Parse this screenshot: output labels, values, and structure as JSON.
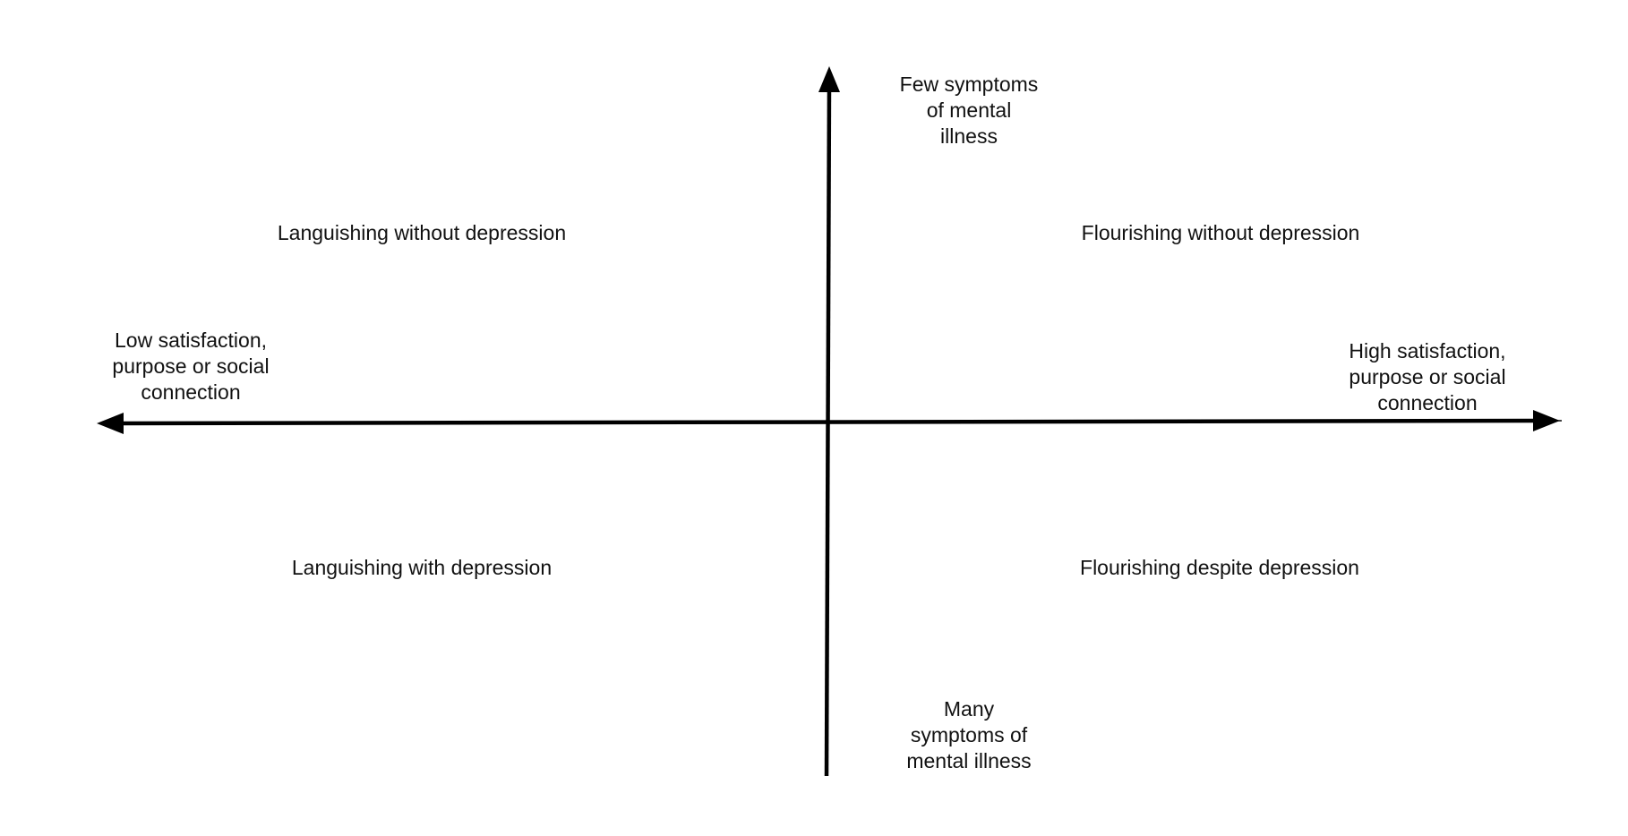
{
  "colors": {
    "axis": "#000000",
    "text": "#111111",
    "background": "#ffffff"
  },
  "axes": {
    "top_label": "Few symptoms\nof mental\nillness",
    "bottom_label": "Many\nsymptoms of\nmental illness",
    "left_label": "Low satisfaction,\npurpose or social\nconnection",
    "right_label": "High satisfaction,\npurpose or social\nconnection"
  },
  "quadrants": {
    "top_left": "Languishing without depression",
    "top_right": "Flourishing without depression",
    "bottom_left": "Languishing with depression",
    "bottom_right": "Flourishing despite depression"
  }
}
